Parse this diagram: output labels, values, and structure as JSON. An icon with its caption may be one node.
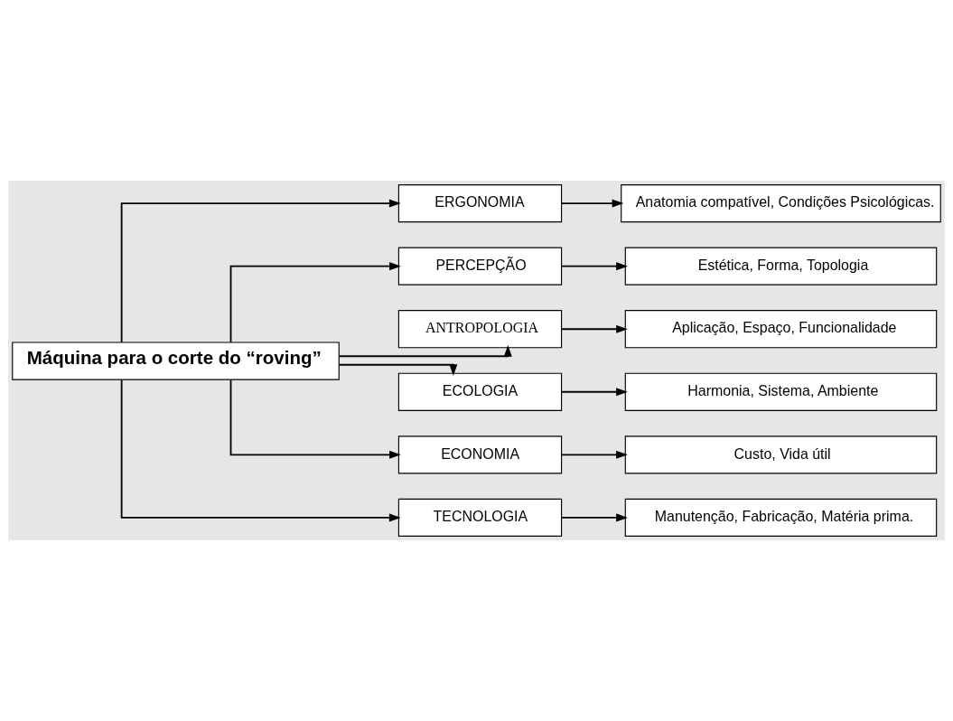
{
  "diagram": {
    "nodes": [
      {
        "text": [
          "Máquina para o corte do “roving”"
        ]
      },
      {
        "text": [
          "ERGONOMIA"
        ]
      },
      {
        "text": [
          "Anatomia compatível, Condições Psicológicas."
        ]
      },
      {
        "text": [
          "PERCEPÇÃO"
        ]
      },
      {
        "text": [
          "Estética, Forma, Topologia"
        ]
      },
      {
        "text": [
          "ANTROPOLOGIA"
        ]
      },
      {
        "text": [
          "Aplicação, Espaço, Funcionalidade"
        ]
      },
      {
        "text": [
          "ECOLOGIA"
        ]
      },
      {
        "text": [
          "Harmonia, Sistema, Ambiente"
        ]
      },
      {
        "text": [
          "ECONOMIA"
        ]
      },
      {
        "text": [
          "Custo, Vida útil"
        ]
      },
      {
        "text": [
          "TECNOLOGIA"
        ]
      },
      {
        "text": [
          "Manutenção, Fabricação, Matéria prima."
        ]
      }
    ],
    "edges": [
      {
        "from": 0,
        "to": 1,
        "arrow": "to"
      },
      {
        "from": 0,
        "to": 3,
        "arrow": "to"
      },
      {
        "from": 0,
        "to": 5,
        "arrow": "to"
      },
      {
        "from": 0,
        "to": 7,
        "arrow": "to"
      },
      {
        "from": 0,
        "to": 9,
        "arrow": "to"
      },
      {
        "from": 0,
        "to": 11,
        "arrow": "to"
      },
      {
        "from": 1,
        "to": 2,
        "arrow": "to"
      },
      {
        "from": 3,
        "to": 4,
        "arrow": "to"
      },
      {
        "from": 5,
        "to": 6,
        "arrow": "to"
      },
      {
        "from": 7,
        "to": 8,
        "arrow": "to"
      },
      {
        "from": 9,
        "to": 10,
        "arrow": "to"
      },
      {
        "from": 11,
        "to": 12,
        "arrow": "to"
      }
    ]
  }
}
